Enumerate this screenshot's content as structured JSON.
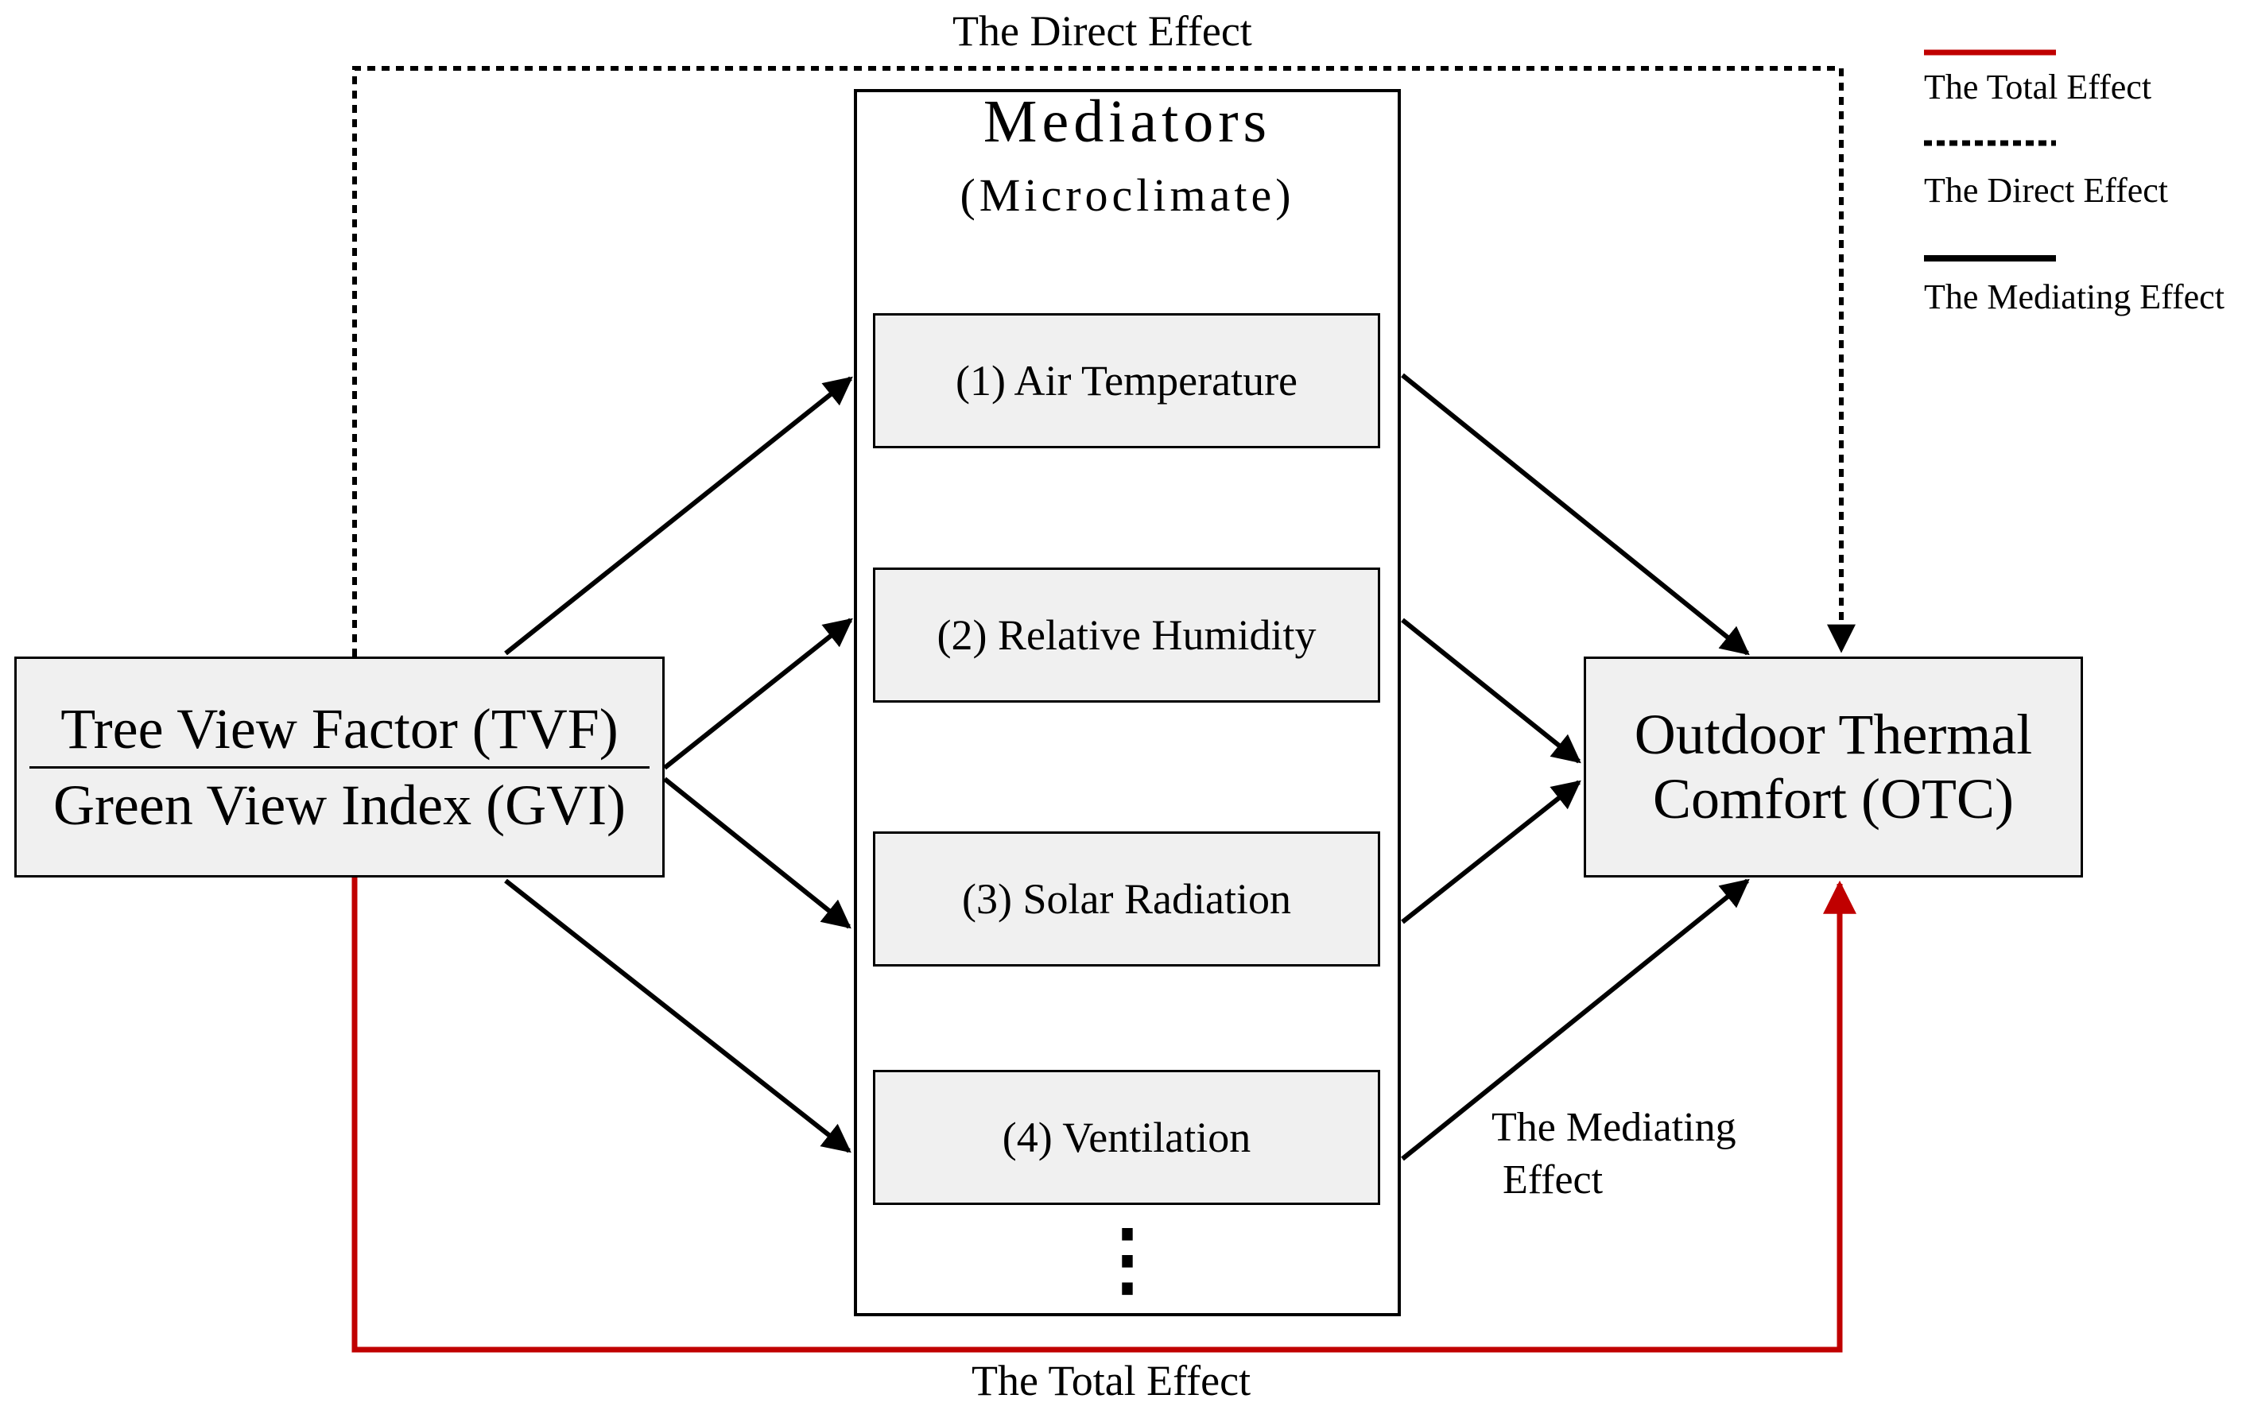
{
  "labels": {
    "direct_effect_top": "The Direct Effect",
    "total_effect_bottom": "The Total Effect",
    "mediating_effect_line1": "The Mediating",
    "mediating_effect_line2": "Effect"
  },
  "mediators": {
    "title": "Mediators",
    "subtitle": "(Microclimate)",
    "items": [
      {
        "label": "(1) Air Temperature"
      },
      {
        "label": "(2) Relative Humidity"
      },
      {
        "label": "(3) Solar Radiation"
      },
      {
        "label": "(4) Ventilation"
      }
    ],
    "more_indicator": "⋮"
  },
  "input": {
    "line1": "Tree View Factor (TVF)",
    "line2": "Green View Index (GVI)"
  },
  "outcome": {
    "label": "Outdoor Thermal Comfort (OTC)"
  },
  "legend": [
    {
      "label": "The Total Effect",
      "style": "solid",
      "color": "#c00000"
    },
    {
      "label": "The Direct Effect",
      "style": "dotted",
      "color": "#000000"
    },
    {
      "label": "The Mediating Effect",
      "style": "solid",
      "color": "#000000"
    }
  ],
  "colors": {
    "total_effect": "#c00000",
    "direct_effect": "#000000",
    "mediating_effect": "#000000",
    "box_fill": "#f0f0f0"
  }
}
